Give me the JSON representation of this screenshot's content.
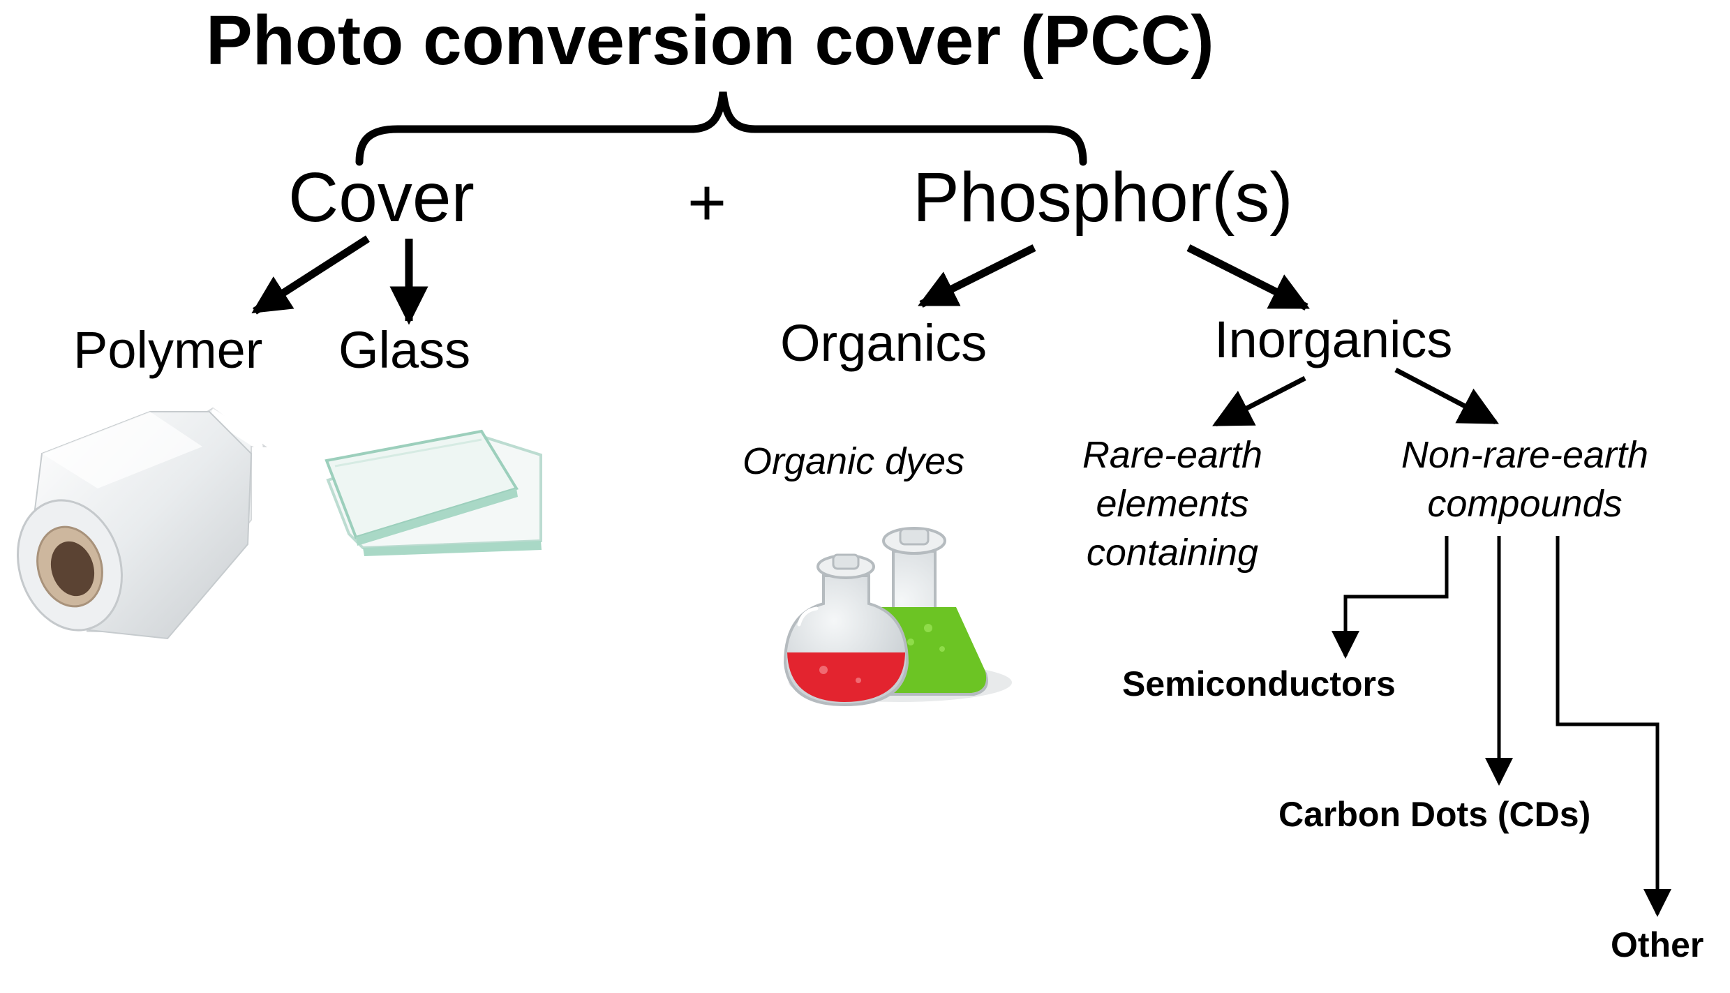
{
  "title": "Photo conversion cover (PCC)",
  "cover": {
    "label": "Cover",
    "children": [
      "Polymer",
      "Glass"
    ]
  },
  "plus": "+",
  "phosphors": {
    "label": "Phosphor(s)",
    "organics": {
      "label": "Organics",
      "examples": "Organic dyes"
    },
    "inorganics": {
      "label": "Inorganics",
      "rare_earth": [
        "Rare-earth",
        "elements",
        "containing"
      ],
      "non_rare_earth": [
        "Non-rare-earth",
        "compounds"
      ],
      "leaves": [
        "Semiconductors",
        "Carbon Dots (CDs)",
        "Other"
      ]
    }
  },
  "colors": {
    "red_liquid": "#e3242f",
    "green_liquid": "#6cc424",
    "glass_tint": "#a9d8c6"
  },
  "icons": [
    "plastic-film-roll-icon",
    "glass-plates-icon",
    "chemistry-flasks-icon"
  ]
}
